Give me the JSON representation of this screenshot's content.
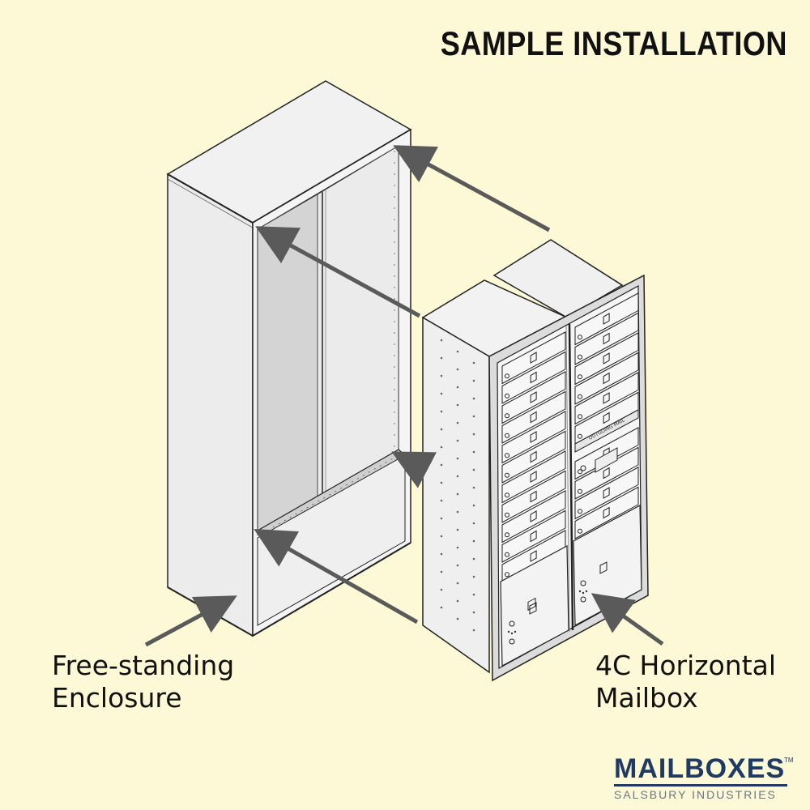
{
  "header": {
    "title": "SAMPLE INSTALLATION"
  },
  "labels": {
    "enclosure_line1": "Free-standing",
    "enclosure_line2": "Enclosure",
    "mailbox_line1": "4C Horizontal",
    "mailbox_line2": "Mailbox"
  },
  "logo": {
    "brand": "MAILBOXES",
    "trademark": "TM",
    "tagline": "SALSBURY INDUSTRIES"
  },
  "colors": {
    "background": "#fdf9d6",
    "brand_navy": "#1f3a63",
    "arrow_gray": "#5a5a5a"
  }
}
